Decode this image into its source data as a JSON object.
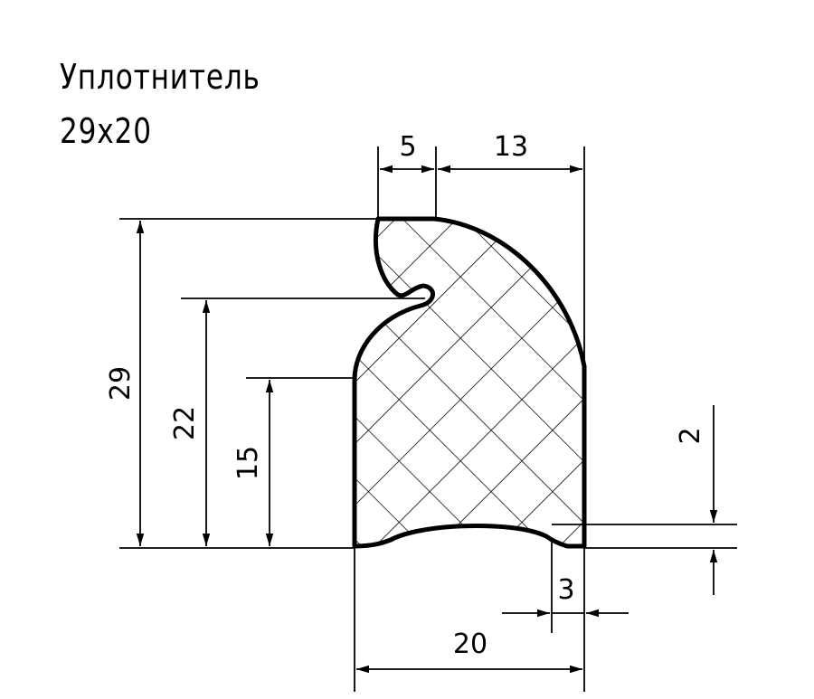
{
  "title": {
    "name": "Уплотнитель",
    "size": "29x20"
  },
  "dimensions": {
    "top_left": "5",
    "top_right": "13",
    "height_total": "29",
    "height_notch": "22",
    "height_side": "15",
    "groove_depth": "2",
    "lip_width": "3",
    "base_width": "20"
  }
}
